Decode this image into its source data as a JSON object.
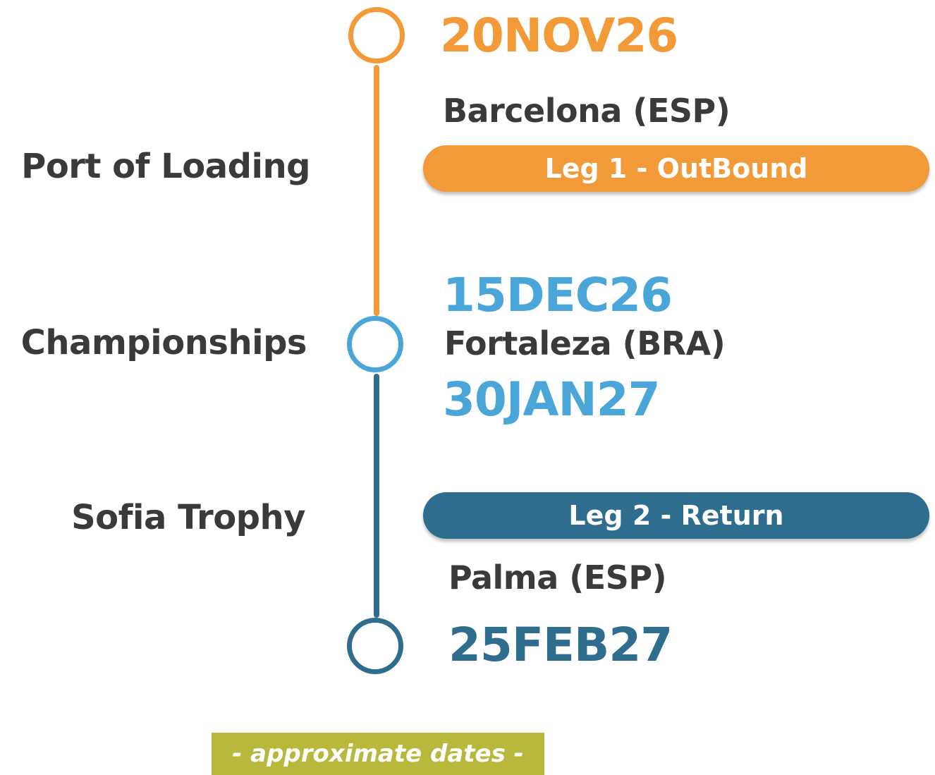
{
  "colors": {
    "orange": "#f29a38",
    "light_blue": "#4aa6d9",
    "dark_blue": "#2e6d8e",
    "olive": "#b8b93c",
    "text_dark": "#3a3a3a"
  },
  "labels": {
    "port_of_loading": "Port of Loading",
    "championships": "Championships",
    "sofia_trophy": "Sofia Trophy"
  },
  "stops": {
    "barcelona": {
      "date": "20NOV26",
      "place": "Barcelona (ESP)"
    },
    "fortaleza": {
      "arrival_date": "15DEC26",
      "place": "Fortaleza (BRA)",
      "departure_date": "30JAN27"
    },
    "palma": {
      "place": "Palma (ESP)",
      "date": "25FEB27"
    }
  },
  "legs": {
    "leg1": "Leg 1 - OutBound",
    "leg2": "Leg 2 - Return"
  },
  "note": "- approximate dates -"
}
